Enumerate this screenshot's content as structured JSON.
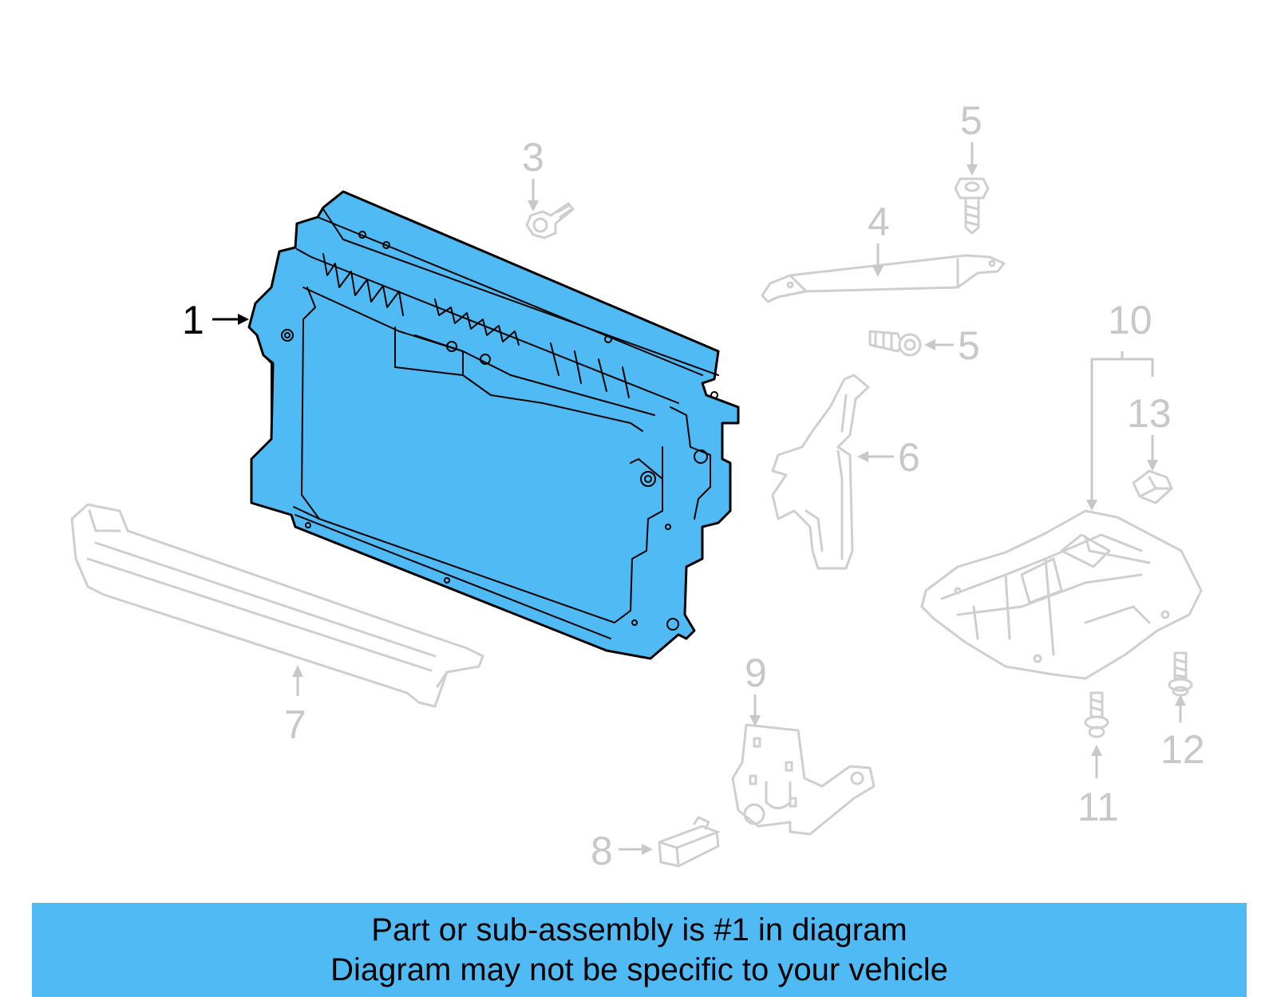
{
  "diagram": {
    "highlight_color": "#4fbaf3",
    "ghost_color": "#c8c8c8",
    "callouts": {
      "c1": "1",
      "c3": "3",
      "c4": "4",
      "c5a": "5",
      "c5b": "5",
      "c6": "6",
      "c7": "7",
      "c8": "8",
      "c9": "9",
      "c10": "10",
      "c11": "11",
      "c12": "12",
      "c13": "13"
    },
    "active_callout": "1"
  },
  "banner": {
    "line1": "Part or sub-assembly is #1 in diagram",
    "line2": "Diagram may not be specific to your vehicle",
    "background": "#4fbaf3"
  }
}
